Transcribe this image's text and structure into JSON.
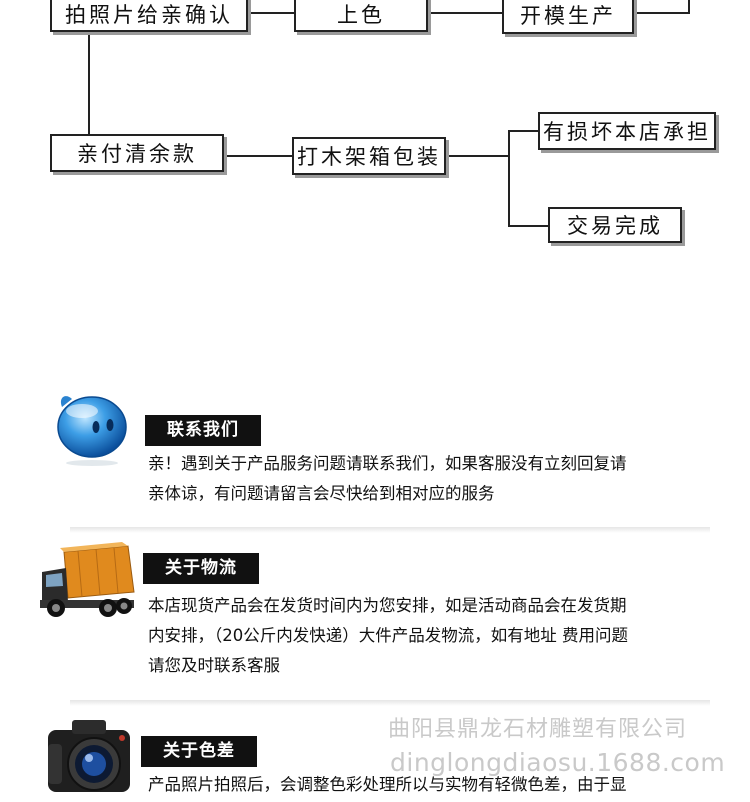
{
  "flow": {
    "step_photo_confirm": "拍照片给亲确认",
    "step_color": "上色",
    "step_mold": "开模生产",
    "step_balance": "亲付清余款",
    "step_crate": "打木架箱包装",
    "step_damage": "有损坏本店承担",
    "step_done": "交易完成"
  },
  "sections": {
    "contact": {
      "icon": "chat-bubble-icon",
      "title": "联系我们",
      "lines": [
        "亲！遇到关于产品服务问题请联系我们，如果客服没有立刻回复请",
        "亲体谅，有问题请留言会尽快给到相对应的服务"
      ]
    },
    "logistics": {
      "icon": "truck-icon",
      "title": "关于物流",
      "lines": [
        "本店现货产品会在发货时间内为您安排，如是活动商品会在发货期",
        "内安排，（20公斤内发快递）大件产品发物流，如有地址 费用问题",
        "请您及时联系客服"
      ]
    },
    "color_diff": {
      "icon": "camera-icon",
      "title": "关于色差",
      "lines": [
        "产品照片拍照后，会调整色彩处理所以与实物有轻微色差，由于显"
      ]
    }
  },
  "watermark": {
    "company": "曲阳县鼎龙石材雕塑有限公司",
    "url": "dinglongdiaosu.1688.com"
  }
}
